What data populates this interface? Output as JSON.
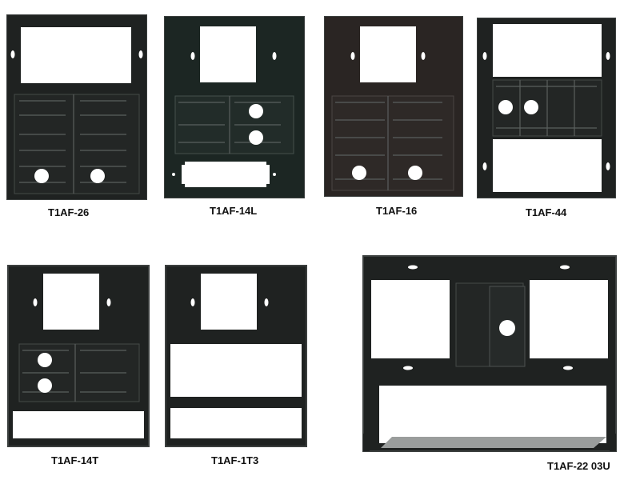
{
  "colors": {
    "plate_dark": "#1f2221",
    "plate_darkgreen": "#1c2623",
    "plate_brown": "#2a2523",
    "plate_edge": "#3b3f3e",
    "cutout": "#ffffff",
    "module_line": "#5a5f5e",
    "bottom_tray": "#9a9d9c"
  },
  "panels": [
    {
      "id": "p1",
      "label": "T1AF-26"
    },
    {
      "id": "p2",
      "label": "T1AF-14L"
    },
    {
      "id": "p3",
      "label": "T1AF-16"
    },
    {
      "id": "p4",
      "label": "T1AF-44"
    },
    {
      "id": "p5",
      "label": "T1AF-14T"
    },
    {
      "id": "p6",
      "label": "T1AF-1T3"
    },
    {
      "id": "p7",
      "label": "T1AF-22 03U"
    }
  ]
}
